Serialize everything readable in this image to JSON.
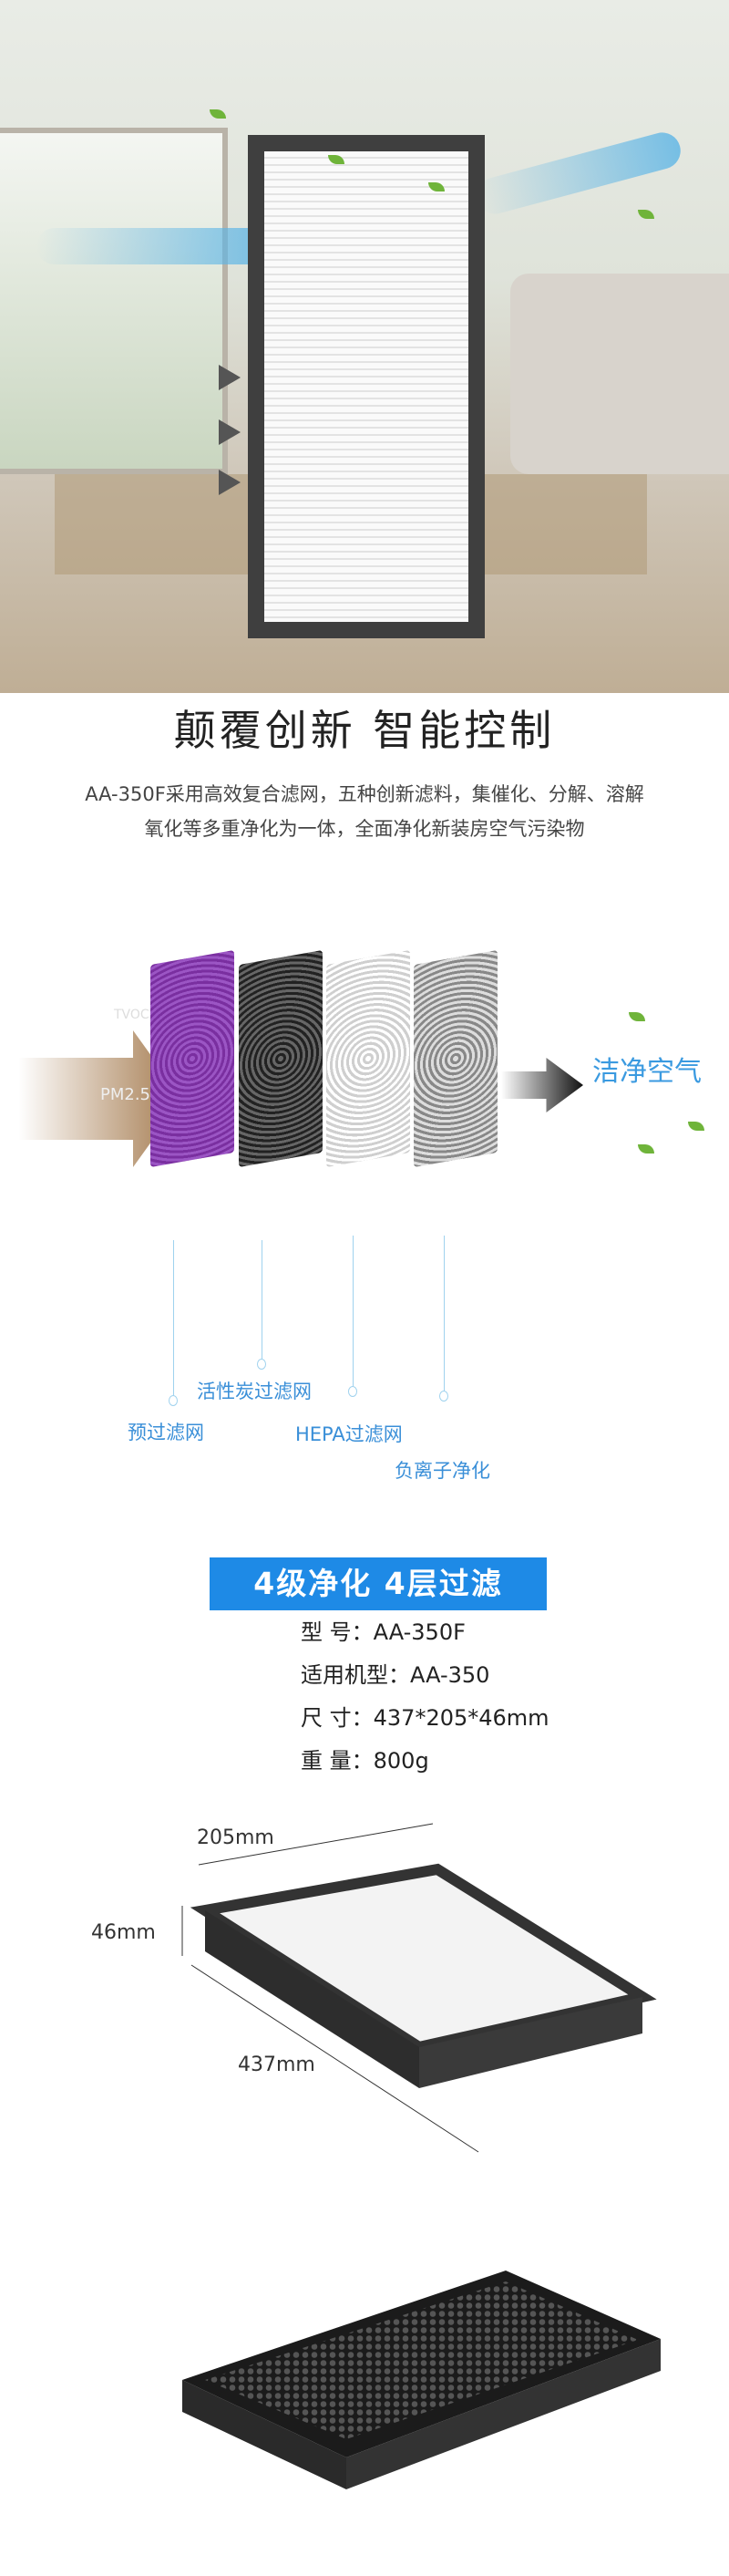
{
  "headline": "颠覆创新 智能控制",
  "description": [
    "AA-350F采用高效复合滤网，五种创新滤料，集催化、分解、溶解",
    "氧化等多重净化为一体，全面净化新装房空气污染物"
  ],
  "diagram": {
    "pollutants": [
      "TVOC",
      "PM2.5"
    ],
    "result": "洁净空气",
    "layers": [
      {
        "label": "预过滤网",
        "color": "#8a3fb0"
      },
      {
        "label": "活性炭过滤网",
        "color": "#333333"
      },
      {
        "label": "HEPA过滤网",
        "color": "#e8e8e8"
      },
      {
        "label": "负离子净化",
        "color": "#9a9a9a"
      }
    ]
  },
  "badge": "4级净化  4层过滤",
  "specs": [
    {
      "label": "型  号：",
      "value": "AA-350F"
    },
    {
      "label": "适用机型：",
      "value": "AA-350"
    },
    {
      "label": "尺  寸：",
      "value": "437*205*46mm"
    },
    {
      "label": "重  量：",
      "value": "800g"
    }
  ],
  "dimensions": {
    "width": "205mm",
    "height": "46mm",
    "length": "437mm"
  },
  "colors": {
    "accent": "#1e8ae6",
    "label_blue": "#3a8fd8"
  }
}
